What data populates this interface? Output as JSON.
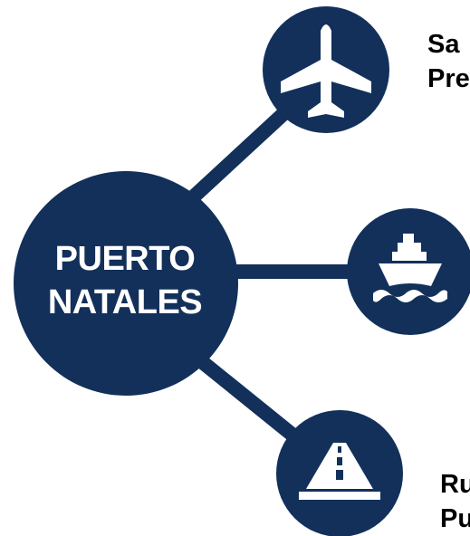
{
  "hub": {
    "line1": "PUERTO",
    "line2": "NATALES"
  },
  "connections": [
    {
      "icon": "airplane-icon",
      "label_line1": "Sa",
      "label_line2": "Pre"
    },
    {
      "icon": "ship-icon",
      "label_line1": "",
      "label_line2": ""
    },
    {
      "icon": "road-icon",
      "label_line1": "Ru",
      "label_line2": "Pu"
    }
  ],
  "colors": {
    "navy": "#12305a",
    "white": "#ffffff",
    "label": "#000000"
  }
}
